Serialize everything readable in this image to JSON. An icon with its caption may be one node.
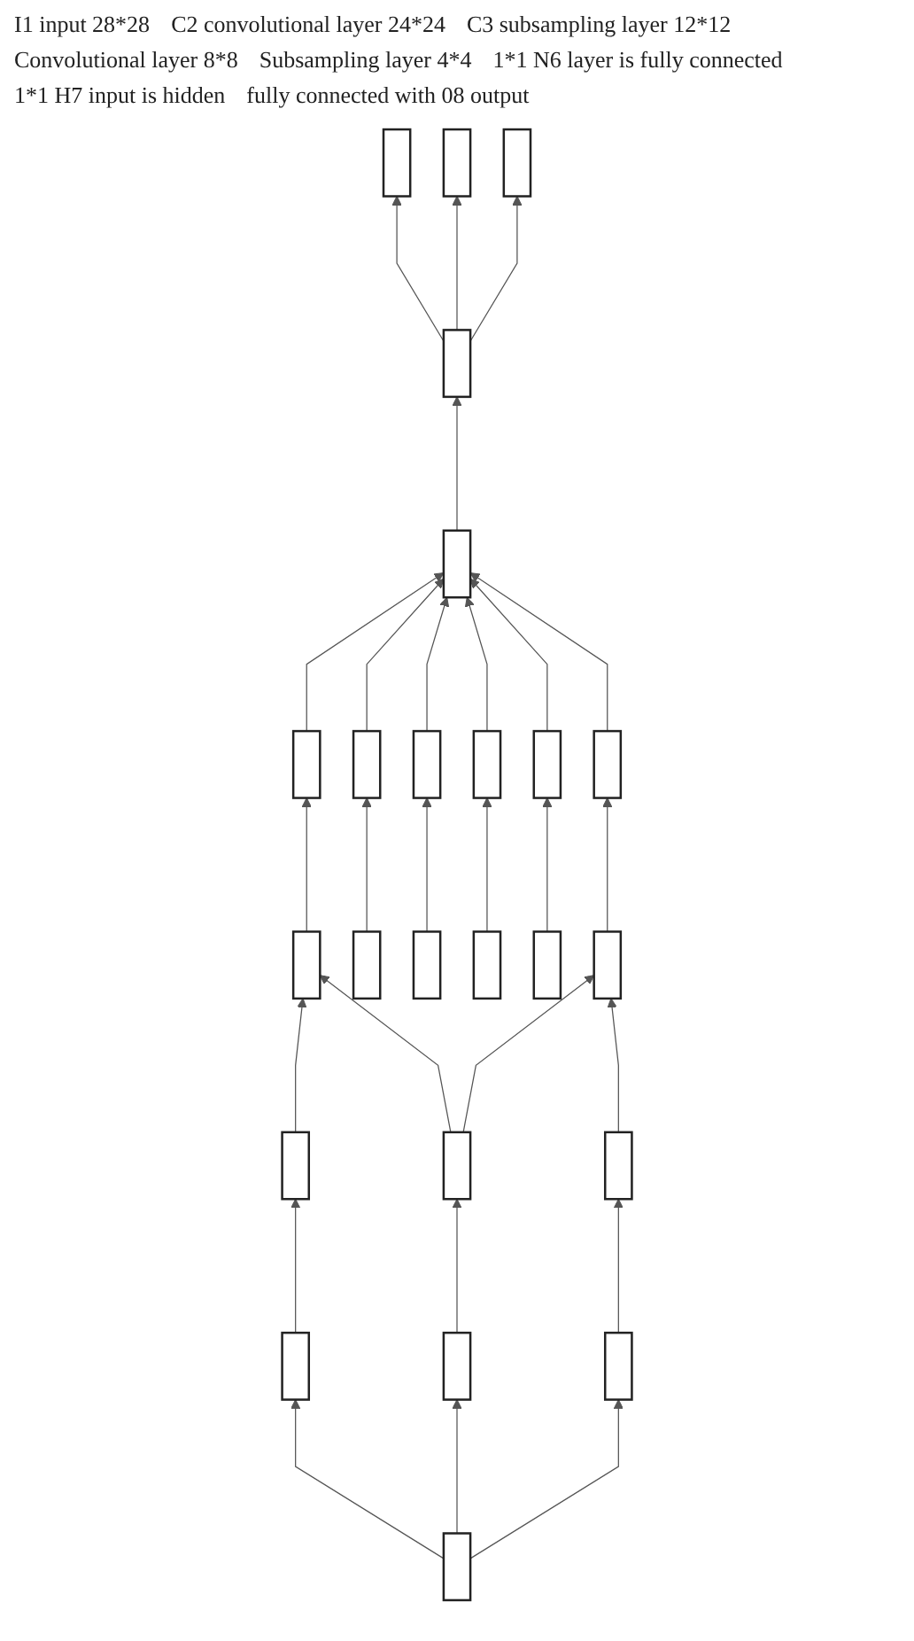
{
  "diagram": {
    "nodes": [
      {
        "text": [],
        "shape": "box"
      },
      {
        "text": [],
        "shape": "box"
      },
      {
        "text": [],
        "shape": "box"
      },
      {
        "text": [],
        "shape": "box"
      },
      {
        "text": [],
        "shape": "box"
      },
      {
        "text": [],
        "shape": "box"
      },
      {
        "text": [],
        "shape": "box"
      },
      {
        "text": [],
        "shape": "box"
      },
      {
        "text": [],
        "shape": "box"
      },
      {
        "text": [],
        "shape": "box"
      },
      {
        "text": [],
        "shape": "box"
      },
      {
        "text": [],
        "shape": "box"
      },
      {
        "text": [],
        "shape": "box"
      },
      {
        "text": [],
        "shape": "box"
      },
      {
        "text": [],
        "shape": "box"
      },
      {
        "text": [],
        "shape": "box"
      },
      {
        "text": [],
        "shape": "box"
      },
      {
        "text": [],
        "shape": "box"
      },
      {
        "text": [],
        "shape": "box"
      },
      {
        "text": [],
        "shape": "box"
      },
      {
        "text": [],
        "shape": "box"
      },
      {
        "text": [],
        "shape": "box"
      },
      {
        "text": [],
        "shape": "box"
      },
      {
        "text": [],
        "shape": "box"
      }
    ],
    "edges": [
      {
        "from": 0,
        "to": 1,
        "arrow": "to"
      },
      {
        "from": 0,
        "to": 2,
        "arrow": "to"
      },
      {
        "from": 0,
        "to": 3,
        "arrow": "to"
      },
      {
        "from": 1,
        "to": 4,
        "arrow": "to"
      },
      {
        "from": 2,
        "to": 5,
        "arrow": "to"
      },
      {
        "from": 3,
        "to": 6,
        "arrow": "to"
      },
      {
        "from": 4,
        "to": 7,
        "arrow": "to"
      },
      {
        "from": 5,
        "to": 7,
        "arrow": "to"
      },
      {
        "from": 5,
        "to": 12,
        "arrow": "to"
      },
      {
        "from": 6,
        "to": 12,
        "arrow": "to"
      },
      {
        "from": 7,
        "to": 13,
        "arrow": "to"
      },
      {
        "from": 8,
        "to": 14,
        "arrow": "to"
      },
      {
        "from": 9,
        "to": 15,
        "arrow": "to"
      },
      {
        "from": 10,
        "to": 16,
        "arrow": "to"
      },
      {
        "from": 11,
        "to": 17,
        "arrow": "to"
      },
      {
        "from": 12,
        "to": 18,
        "arrow": "to"
      },
      {
        "from": 13,
        "to": 19,
        "arrow": "to"
      },
      {
        "from": 14,
        "to": 19,
        "arrow": "to"
      },
      {
        "from": 15,
        "to": 19,
        "arrow": "to"
      },
      {
        "from": 16,
        "to": 19,
        "arrow": "to"
      },
      {
        "from": 17,
        "to": 19,
        "arrow": "to"
      },
      {
        "from": 18,
        "to": 19,
        "arrow": "to"
      },
      {
        "from": 19,
        "to": 20,
        "arrow": "to"
      },
      {
        "from": 20,
        "to": 21,
        "arrow": "to"
      },
      {
        "from": 20,
        "to": 22,
        "arrow": "to"
      },
      {
        "from": 20,
        "to": 23,
        "arrow": "to"
      }
    ],
    "labels": [
      "I1 input 28*28",
      "C2 convolutional layer 24*24",
      "C3 subsampling layer 12*12",
      "Convolutional layer 8*8",
      "Subsampling layer 4*4",
      "1*1 N6 layer is fully connected",
      "1*1 H7 input is hidden",
      "fully connected with 08 output"
    ]
  }
}
